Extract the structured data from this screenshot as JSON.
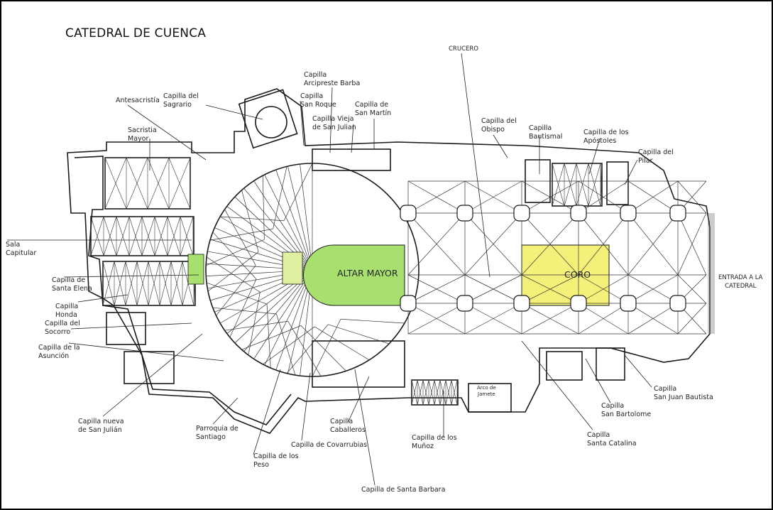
{
  "title": "CATEDRAL DE CUENCA",
  "zones": {
    "altar_mayor": "ALTAR MAYOR",
    "coro": "CORO"
  },
  "colors": {
    "altar": "#a8e070",
    "coro": "#f4f07a",
    "ink": "#1a1a1a"
  },
  "labels": {
    "antesacristia": "Antesacristía",
    "sagrario": "Capilla del\nSagrario",
    "arcipreste": "Capilla\nArcipreste Barba",
    "san_roque": "Capilla\nSan Roque",
    "san_martin": "Capilla de\nSan Martín",
    "vieja_san_julian": "Capilla Vieja\nde San Julian",
    "sacristia": "Sacristia\nMayor",
    "crucero": "CRUCERO",
    "obispo": "Capilla del\nObispo",
    "bautismal": "Capilla\nBautismal",
    "apostoles": "Capilla de los\nApóstoles",
    "pilar": "Capilla del\nPilar",
    "sala_capitular": "Sala\nCapitular",
    "santa_elena": "Capilla de\nSanta Elena",
    "honda": "Capilla\nHonda",
    "socorro": "Capilla del\nSocorro",
    "asuncion": "Capilla de la\nAsunción",
    "nueva_san_julian": "Capilla  nueva\nde San Julián",
    "santiago": "Parroquia de\nSantiago",
    "peso": "Capilla de los\nPeso",
    "covarrubias": "Capilla de Covarrubias",
    "caballeros": "Capilla\nCaballeros",
    "santa_barbara": "Capilla de Santa Barbara",
    "munoz": "Capilla de los\nMuñoz",
    "jamete": "Arco de\nJamete",
    "santa_catalina": "Capilla\nSanta Catalina",
    "san_bartolome": "Capilla\nSan Bartolome",
    "san_juan": "Capilla\nSan Juan Bautista",
    "entrada": "ENTRADA A LA\nCATEDRAL"
  }
}
